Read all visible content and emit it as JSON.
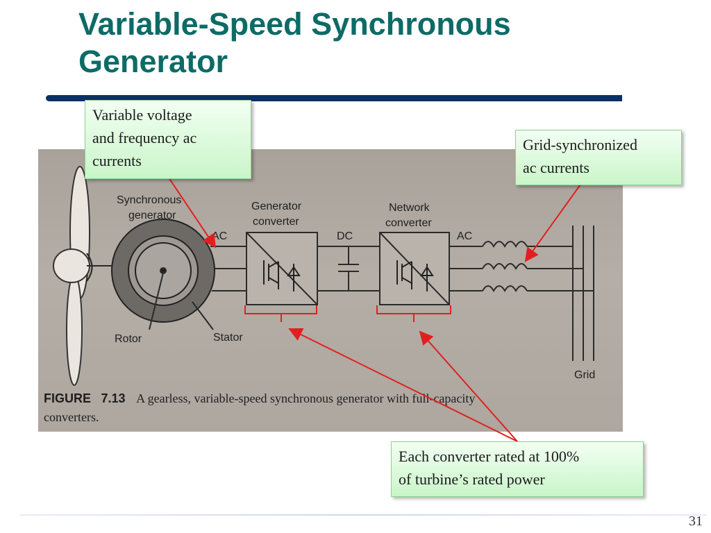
{
  "title": "Variable-Speed Synchronous Generator",
  "callouts": {
    "left": "Variable voltage\nand frequency ac\ncurrents",
    "right": "Grid-synchronized\nac currents",
    "bottom": "Each converter rated at 100%\nof turbine’s rated power"
  },
  "figure": {
    "labels": {
      "synchronous_generator_line1": "Synchronous",
      "synchronous_generator_line2": "generator",
      "ac_left": "AC",
      "generator_converter_line1": "Generator",
      "generator_converter_line2": "converter",
      "dc": "DC",
      "network_converter_line1": "Network",
      "network_converter_line2": "converter",
      "ac_right": "AC",
      "rotor": "Rotor",
      "stator": "Stator",
      "grid": "Grid"
    },
    "caption": {
      "figure_label": "FIGURE",
      "figure_number": "7.13",
      "line1": "A gearless, variable-speed synchronous generator with full-capacity",
      "line2": "converters."
    }
  },
  "page_number": "31",
  "colors": {
    "title": "#0d6b66",
    "title_rule": "#0c2f66",
    "arrow": "#e02020",
    "callout_fill": "#c9f5c9"
  }
}
